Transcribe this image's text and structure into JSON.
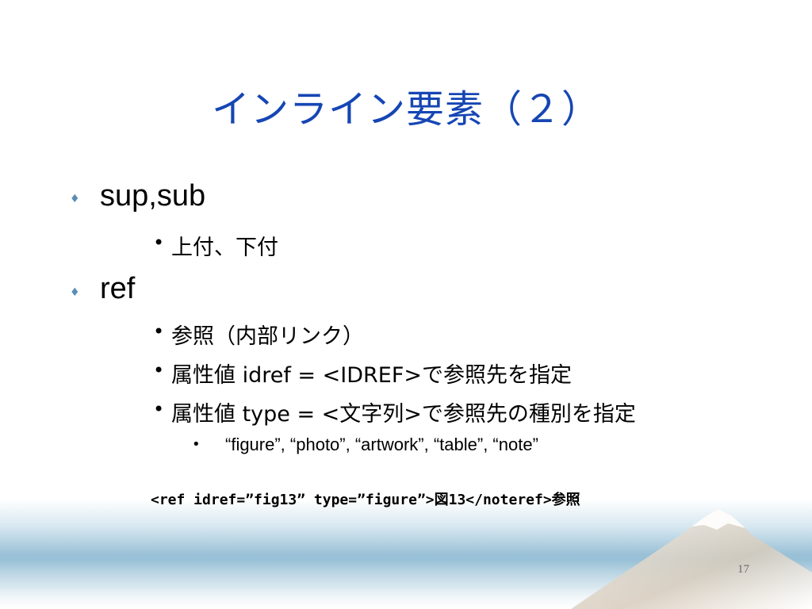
{
  "slide": {
    "title": "インライン要素（２）",
    "items": [
      {
        "text": "sup,sub",
        "sub": [
          {
            "text": "上付、下付"
          }
        ]
      },
      {
        "text": "ref",
        "sub": [
          {
            "text": "参照（内部リンク）"
          },
          {
            "text": "属性値 idref = <IDREF>で参照先を指定"
          },
          {
            "text": "属性値 type = <文字列>で参照先の種別を指定",
            "sub": [
              {
                "text": "“figure”, “photo”, “artwork”, “table”, “note”"
              }
            ]
          }
        ]
      }
    ],
    "code_example": "<ref idref=”fig13” type=”figure”>図13</noteref>参照",
    "page_number": "17"
  },
  "colors": {
    "title": "#1646b4",
    "bullet_l1": "#5b8db4",
    "band_top": "#c7dde9",
    "band_mid": "#7fb0cc",
    "mountain": "#d9cfc0"
  }
}
